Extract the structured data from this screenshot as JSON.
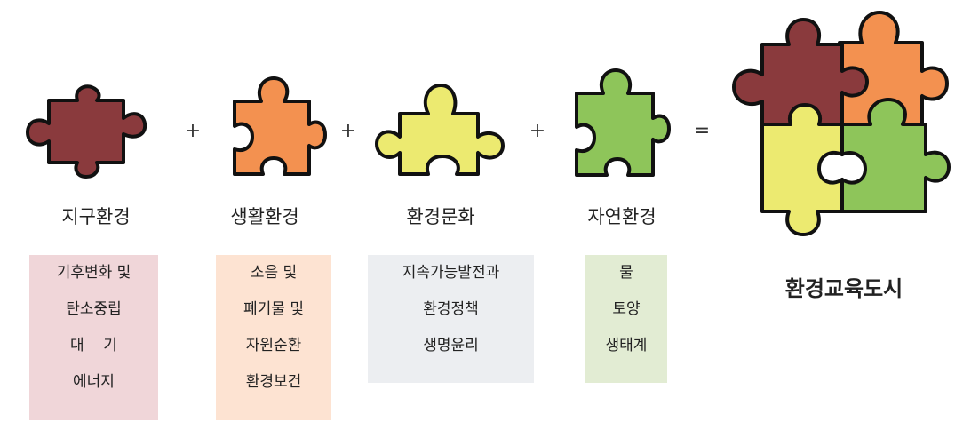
{
  "operators": {
    "plus": "+",
    "equals": "="
  },
  "categories": [
    {
      "label": "지구환경",
      "color": "#8a3a3d",
      "items": [
        "기후변화 및",
        "탄소중립",
        "대    기",
        "에너지"
      ],
      "box_color": "#f0d6d9"
    },
    {
      "label": "생활환경",
      "color": "#f39150",
      "items": [
        "소음 및",
        "폐기물 및",
        "자원순환",
        "환경보건"
      ],
      "box_color": "#fde3d2"
    },
    {
      "label": "환경문화",
      "color": "#ecea70",
      "items": [
        "지속가능발전과",
        "환경정책",
        "생명윤리"
      ],
      "box_color": "#eceef1"
    },
    {
      "label": "자연환경",
      "color": "#8ec55a",
      "items": [
        "물",
        "토양",
        "생태계"
      ],
      "box_color": "#e2ecd3"
    }
  ],
  "result": {
    "label": "환경교육도시"
  }
}
